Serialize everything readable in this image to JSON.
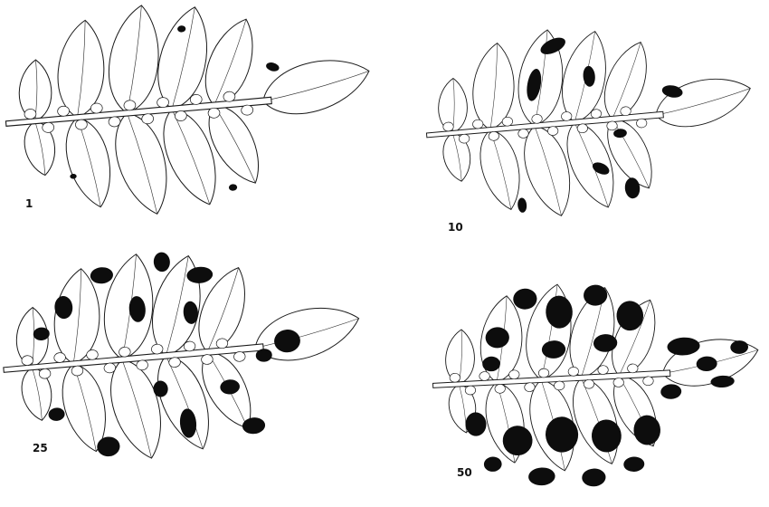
{
  "figure": {
    "panels": [
      {
        "id": "p1",
        "label": "1",
        "severity_percent": 1
      },
      {
        "id": "p10",
        "label": "10",
        "severity_percent": 10
      },
      {
        "id": "p25",
        "label": "25",
        "severity_percent": 25
      },
      {
        "id": "p50",
        "label": "50",
        "severity_percent": 50
      }
    ],
    "colors": {
      "leaf_fill": "#ffffff",
      "outline": "#1a1a1a",
      "lesion": "#0d0d0d"
    }
  }
}
